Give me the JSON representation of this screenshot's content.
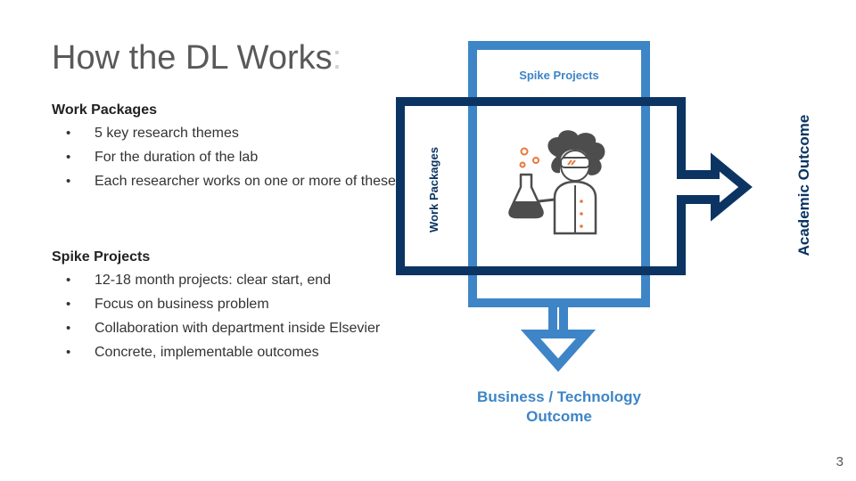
{
  "slide": {
    "title": "How the DL Works",
    "title_colon": ":",
    "page_number": "3"
  },
  "work_packages": {
    "heading": "Work Packages",
    "items": [
      "5 key research themes",
      "For the duration of the lab",
      "Each researcher works on one or more of these"
    ]
  },
  "spike_projects": {
    "heading": "Spike Projects",
    "items": [
      "12-18 month projects: clear start, end",
      "Focus on business problem",
      "Collaboration with department inside Elsevier",
      "Concrete, implementable outcomes"
    ]
  },
  "diagram": {
    "spike_label": "Spike Projects",
    "work_label": "Work Packages",
    "academic_label": "Academic Outcome",
    "business_line1": "Business / Technology",
    "business_line2": "Outcome",
    "icon": "scientist-icon",
    "colors": {
      "light_blue": "#3d85c6",
      "dark_navy": "#0b3462",
      "icon_grey": "#4d4d4d",
      "icon_orange": "#e8793a"
    }
  }
}
